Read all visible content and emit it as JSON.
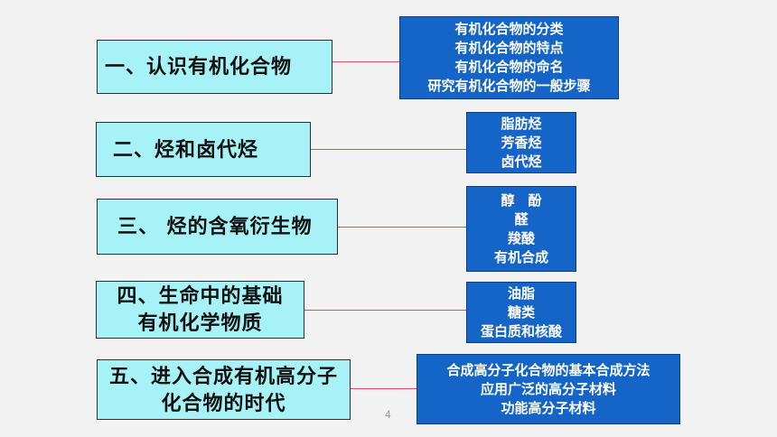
{
  "page_number": "4",
  "sections": [
    {
      "title_lines": [
        "一、认识有机化合物"
      ],
      "detail_lines": [
        "有机化合物的分类",
        "有机化合物的特点",
        "有机化合物的命名",
        "研究有机化合物的一般步骤"
      ]
    },
    {
      "title_lines": [
        "二、烃和卤代烃"
      ],
      "detail_lines": [
        "脂肪烃",
        "芳香烃",
        "卤代烃"
      ]
    },
    {
      "title_lines": [
        "三、 烃的含氧衍生物"
      ],
      "detail_lines": [
        "醇　酚",
        "醛",
        "羧酸",
        "有机合成"
      ]
    },
    {
      "title_lines": [
        "四、生命中的基础",
        "有机化学物质"
      ],
      "detail_lines": [
        "油脂",
        "糖类",
        "蛋白质和核酸"
      ]
    },
    {
      "title_lines": [
        "五、进入合成有机高分子",
        "化合物的时代"
      ],
      "detail_lines": [
        "合成高分子化合物的基本合成方法",
        "应用广泛的高分子材料",
        "功能高分子材料"
      ]
    }
  ]
}
